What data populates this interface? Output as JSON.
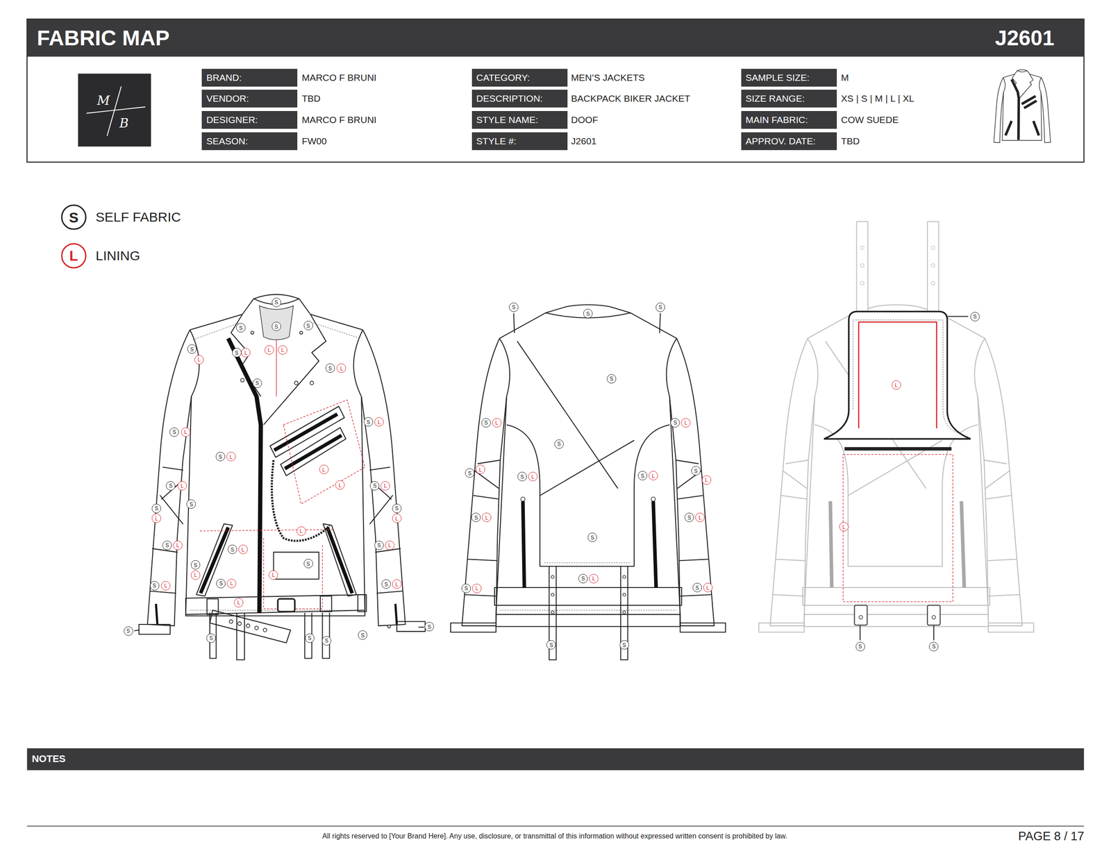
{
  "diagram": {
    "title": "FABRIC MAP",
    "labels": [
      "J2601",
      "M",
      "B",
      "BRAND:",
      "MARCO F BRUNI",
      "CATEGORY:",
      "MEN’S JACKETS",
      "SAMPLE SIZE:",
      "M",
      "VENDOR:",
      "TBD",
      "DESCRIPTION:",
      "BACKPACK BIKER JACKET",
      "SIZE RANGE:",
      "XS | S | M | L | XL",
      "DESIGNER:",
      "MARCO F BRUNI",
      "STYLE NAME:",
      "DOOF",
      "MAIN FABRIC:",
      "COW SUEDE",
      "SEASON:",
      "FW00",
      "STYLE #:",
      "J2601",
      "APPROV. DATE:",
      "TBD",
      "S",
      "L",
      "S",
      "S",
      "S",
      "S",
      "S",
      "L",
      "S",
      "L",
      "L",
      "L",
      "S",
      "L",
      "S",
      "S",
      "L",
      "S",
      "L",
      "S",
      "L",
      "L",
      "L",
      "S",
      "L",
      "S",
      "L",
      "S",
      "S",
      "L",
      "S",
      "L",
      "L",
      "S",
      "L",
      "S",
      "L",
      "S",
      "L",
      "S",
      "S",
      "L",
      "L",
      "S",
      "L",
      "S",
      "L",
      "S",
      "L",
      "L",
      "S",
      "S",
      "S",
      "S",
      "S",
      "S",
      "S",
      "S",
      "S",
      "S",
      "S",
      "S",
      "L",
      "S",
      "L",
      "S",
      "L",
      "S",
      "L",
      "S",
      "L",
      "S",
      "L",
      "S",
      "L",
      "S",
      "L",
      "S",
      "S",
      "L",
      "S",
      "L",
      "S",
      "L",
      "S",
      "S",
      "S",
      "L",
      "L",
      "S",
      "S",
      "NOTES",
      "All rights reserved to [Your Brand Here]. Any use, disclosure, or transmittal of this information without expressed written consent is prohibited by law.",
      "PAGE 8 / 17"
    ],
    "legend": [
      {
        "text": "SELF FABRIC"
      },
      {
        "text": "LINING"
      }
    ]
  }
}
